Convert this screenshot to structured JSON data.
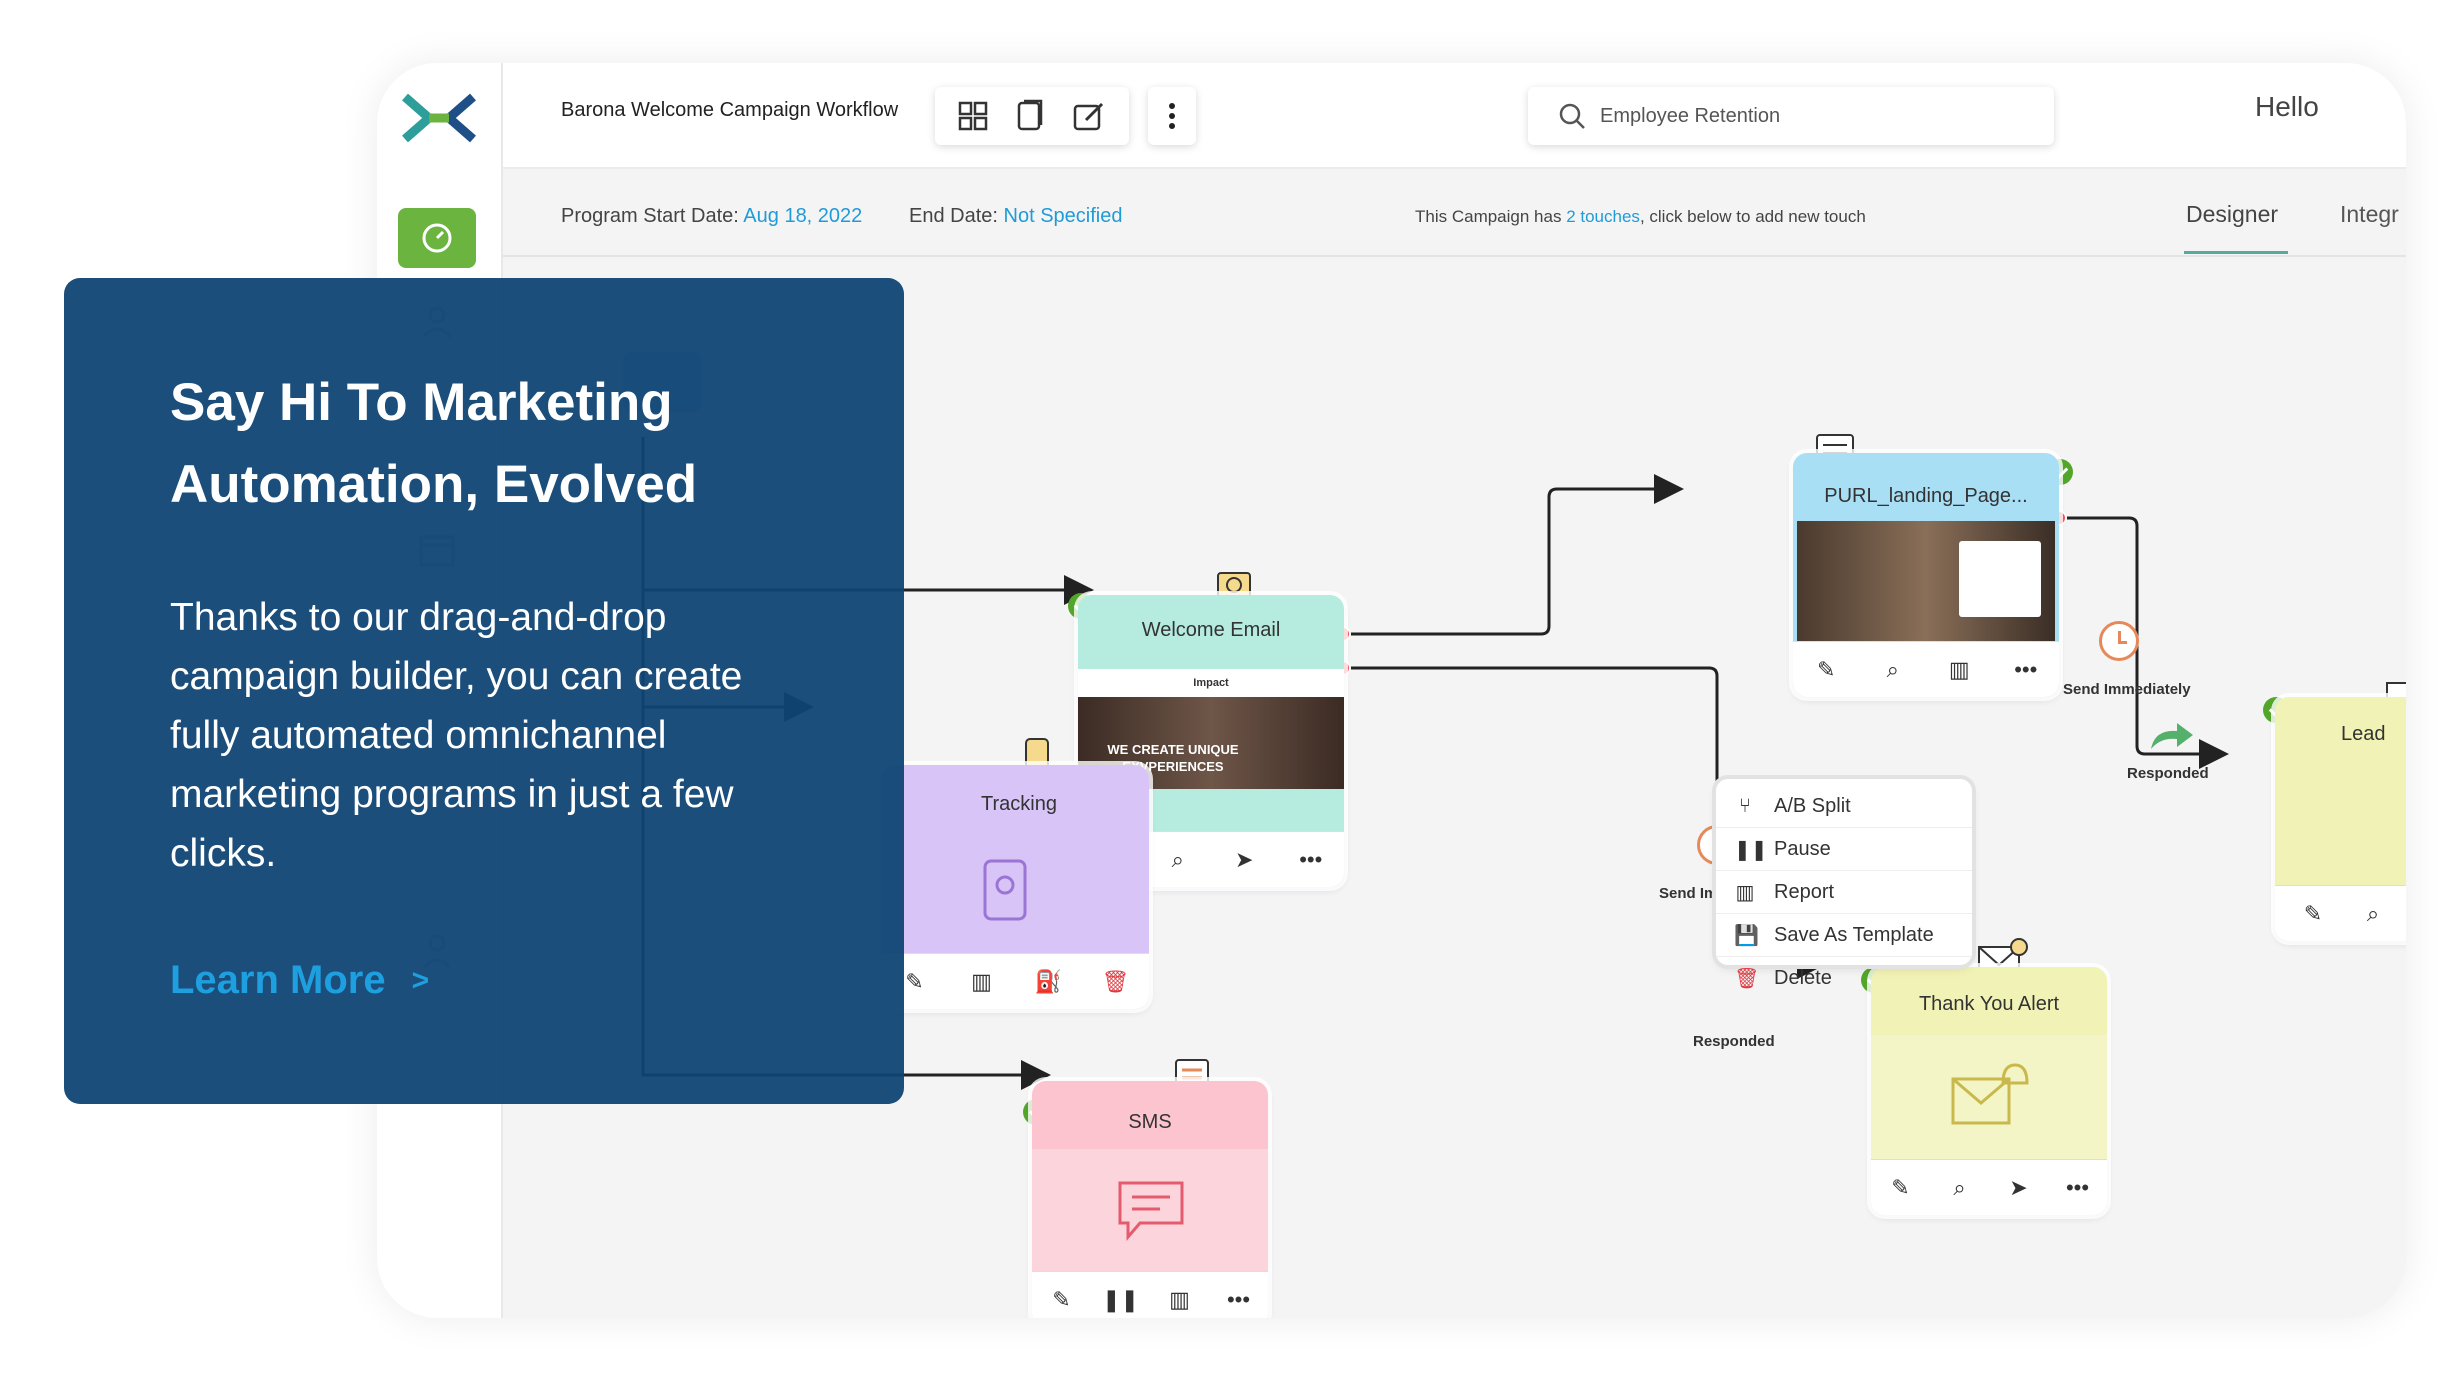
{
  "header": {
    "workflow_title": "Barona Welcome Campaign Workflow",
    "search_value": "Employee Retention",
    "greeting": "Hello"
  },
  "info_bar": {
    "start_label": "Program Start Date:",
    "start_value": "Aug 18, 2022",
    "end_label": "End Date:",
    "end_value": "Not Specified",
    "campaign_prefix": "This Campaign has",
    "campaign_count": "2 touches",
    "campaign_suffix": ", click below to add new touch",
    "tabs": [
      "Designer",
      "Integr"
    ]
  },
  "nodes": {
    "welcome_email": {
      "title": "Welcome Email",
      "brand": "Impact",
      "banner_text": "WE CREATE UNIQUE EXVPERIENCES"
    },
    "purl": {
      "title": "PURL_landing_Page..."
    },
    "tracking": {
      "title": "Tracking"
    },
    "sms": {
      "title": "SMS"
    },
    "thank_you": {
      "title": "Thank You Alert"
    },
    "lead": {
      "title": "Lead"
    }
  },
  "context_menu": [
    {
      "label": "A/B Split",
      "icon": "split-icon"
    },
    {
      "label": "Pause",
      "icon": "pause-icon"
    },
    {
      "label": "Report",
      "icon": "report-icon"
    },
    {
      "label": "Save As Template",
      "icon": "save-icon"
    },
    {
      "label": "Delete",
      "icon": "delete-icon"
    }
  ],
  "connectors": {
    "send_immediately": "Send Immediately",
    "responded": "Responded"
  },
  "overlay": {
    "title": "Say Hi To Marketing Automation, Evolved",
    "body": "Thanks to our drag-and-drop campaign builder, you can create fully automated omnichannel marketing programs in just a few clicks.",
    "cta": "Learn More",
    "cta_icon": "chevron-right-icon"
  },
  "colors": {
    "overlay_bg": "#0f4574",
    "accent_link": "#1f9bd7",
    "cta": "#1e9fe0",
    "success": "#54a62b",
    "email_node": "#b6ecdf",
    "purl_node": "#a9dff5",
    "tracking_node": "#d8c4f7",
    "sms_node": "#fbc4cf",
    "alert_node": "#f1f2b5",
    "timer": "#e6895a"
  }
}
